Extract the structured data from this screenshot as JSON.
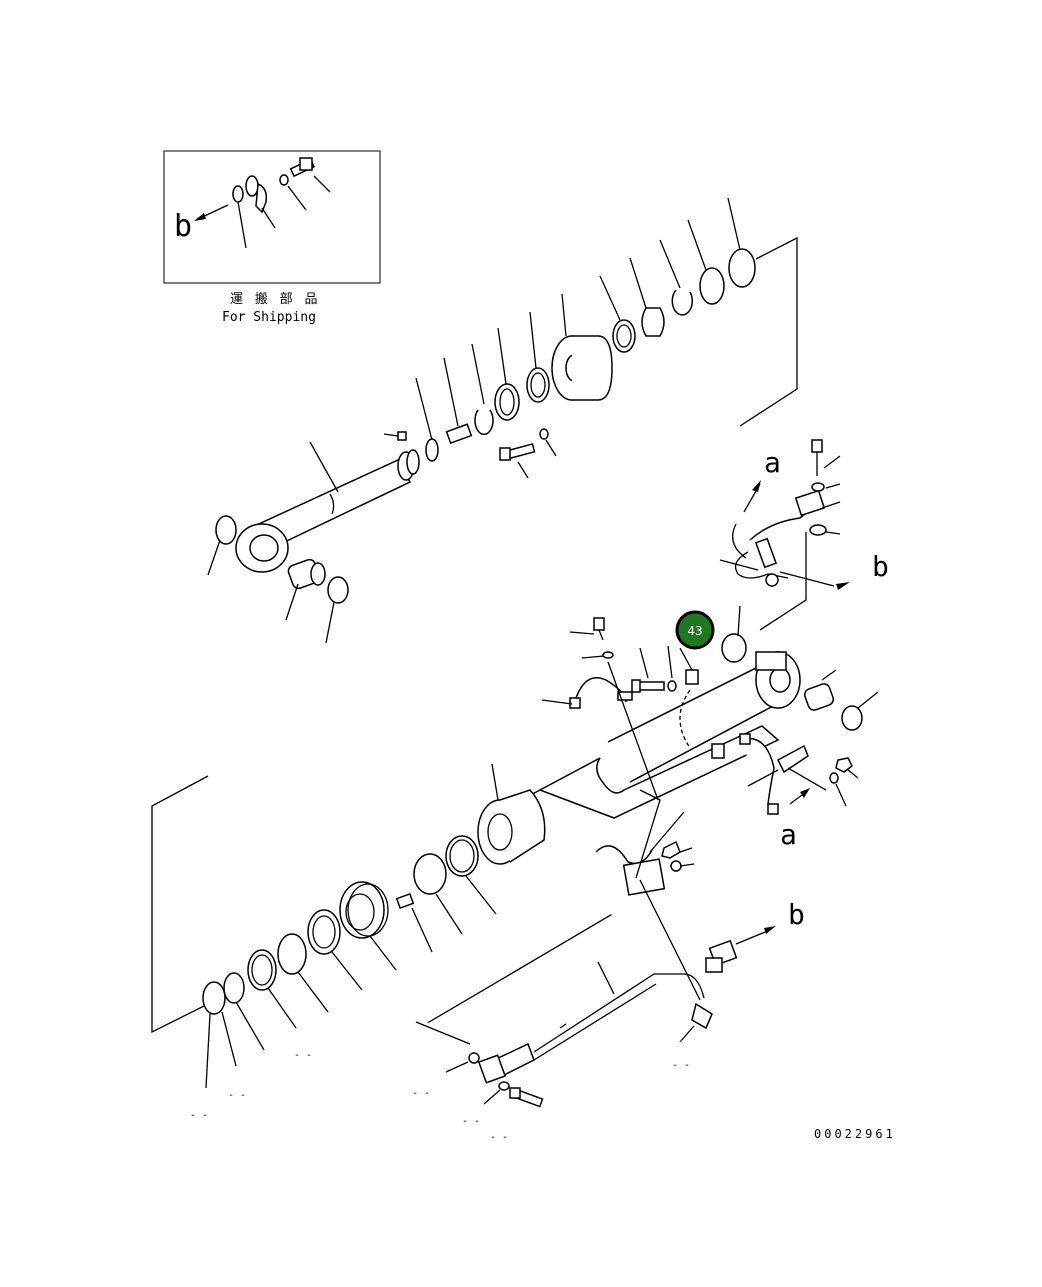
{
  "inset": {
    "label_jp": "運 搬 部 品",
    "label_en": "For Shipping",
    "ref_letter": "b"
  },
  "ref_letters": {
    "a_upper": "a",
    "b_right_upper": "b",
    "a_lower": "a",
    "b_right_lower": "b"
  },
  "callout": {
    "number": "43",
    "fill_color": "#1f7a1f"
  },
  "drawing_number": "00022961"
}
